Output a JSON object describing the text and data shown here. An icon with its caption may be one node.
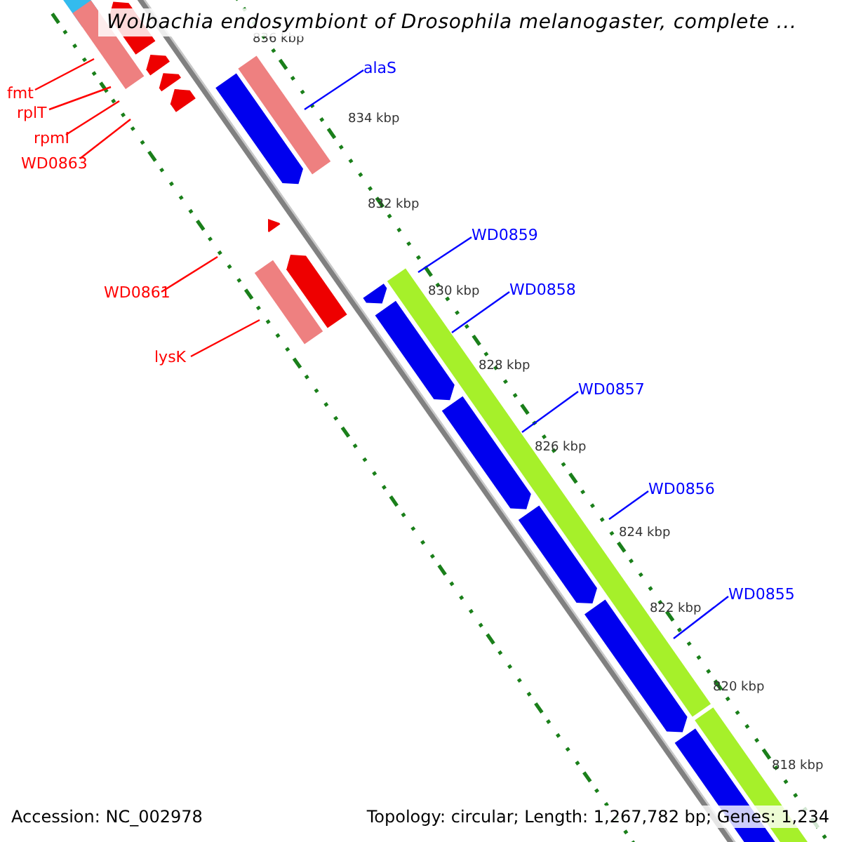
{
  "diagram": {
    "title": "Wolbachia endosymbiont of Drosophila melanogaster, complete ...",
    "nodes": [
      {
        "text": [
          "fmt"
        ]
      },
      {
        "text": [
          "rplT"
        ]
      },
      {
        "text": [
          "rpmI"
        ]
      },
      {
        "text": [
          "WD0863"
        ]
      },
      {
        "text": [
          "alaS"
        ]
      },
      {
        "text": [
          "WD0861"
        ]
      },
      {
        "text": [
          "lysK"
        ]
      },
      {
        "text": [
          "WD0859"
        ]
      },
      {
        "text": [
          "WD0858"
        ]
      },
      {
        "text": [
          "WD0857"
        ]
      },
      {
        "text": [
          "WD0856"
        ]
      },
      {
        "text": [
          "WD0855"
        ]
      }
    ],
    "edges": [
      {
        "from": 0,
        "to": null,
        "arrow": "none"
      },
      {
        "from": 1,
        "to": null,
        "arrow": "none"
      },
      {
        "from": 2,
        "to": null,
        "arrow": "none"
      },
      {
        "from": 3,
        "to": null,
        "arrow": "none"
      },
      {
        "from": 4,
        "to": null,
        "arrow": "none",
        "color": "#0000ff"
      },
      {
        "from": 5,
        "to": null,
        "arrow": "none"
      },
      {
        "from": 6,
        "to": null,
        "arrow": "none"
      },
      {
        "from": 7,
        "to": null,
        "arrow": "none",
        "color": "#0000ff"
      },
      {
        "from": 8,
        "to": null,
        "arrow": "none",
        "color": "#0000ff"
      },
      {
        "from": 9,
        "to": null,
        "arrow": "none",
        "color": "#0000ff"
      },
      {
        "from": 10,
        "to": null,
        "arrow": "none",
        "color": "#0000ff"
      },
      {
        "from": 11,
        "to": null,
        "arrow": "none",
        "color": "#0000ff"
      }
    ],
    "labels": [
      "836 kbp",
      "834 kbp",
      "832 kbp",
      "830 kbp",
      "828 kbp",
      "826 kbp",
      "824 kbp",
      "822 kbp",
      "820 kbp",
      "818 kbp",
      "Accession: NC_002978",
      "Topology: circular; Length: 1,267,782 bp; Genes: 1,234"
    ]
  }
}
